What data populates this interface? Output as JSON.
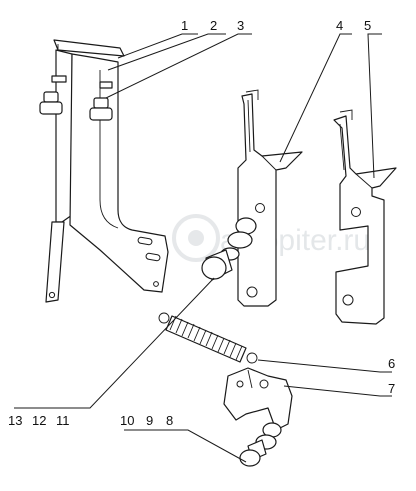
{
  "watermark": "autopiter.ru",
  "callouts": {
    "c1": "1",
    "c2": "2",
    "c3": "3",
    "c4": "4",
    "c5": "5",
    "c6": "6",
    "c7": "7",
    "c8": "8",
    "c9": "9",
    "c10": "10",
    "c11": "11",
    "c12": "12",
    "c13": "13"
  }
}
